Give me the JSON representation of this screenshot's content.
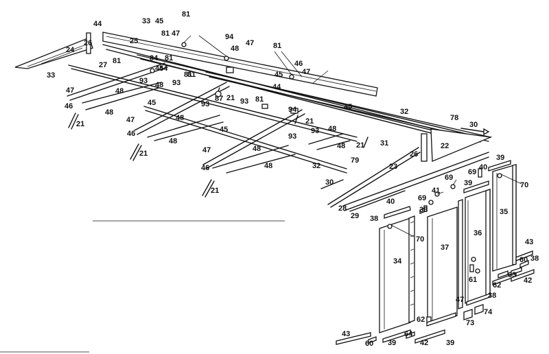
{
  "callouts": [
    {
      "label": "33"
    },
    {
      "label": "45"
    },
    {
      "label": "81"
    },
    {
      "label": "44"
    },
    {
      "label": "26"
    },
    {
      "label": "25"
    },
    {
      "label": "81"
    },
    {
      "label": "47"
    },
    {
      "label": "94"
    },
    {
      "label": "47"
    },
    {
      "label": "48"
    },
    {
      "label": "81"
    },
    {
      "label": "24"
    },
    {
      "label": "84"
    },
    {
      "label": "81"
    },
    {
      "label": "27"
    },
    {
      "label": "33"
    },
    {
      "label": "45"
    },
    {
      "label": "44"
    },
    {
      "label": "81"
    },
    {
      "label": "46"
    },
    {
      "label": "47"
    },
    {
      "label": "81"
    },
    {
      "label": "93"
    },
    {
      "label": "47"
    },
    {
      "label": "48"
    },
    {
      "label": "93"
    },
    {
      "label": "48"
    },
    {
      "label": "81"
    },
    {
      "label": "45"
    },
    {
      "label": "44"
    },
    {
      "label": "46"
    },
    {
      "label": "48"
    },
    {
      "label": "45"
    },
    {
      "label": "87"
    },
    {
      "label": "21"
    },
    {
      "label": "93"
    },
    {
      "label": "93"
    },
    {
      "label": "81"
    },
    {
      "label": "94"
    },
    {
      "label": "21"
    },
    {
      "label": "45"
    },
    {
      "label": "32"
    },
    {
      "label": "21"
    },
    {
      "label": "47"
    },
    {
      "label": "46"
    },
    {
      "label": "48"
    },
    {
      "label": "48"
    },
    {
      "label": "78"
    },
    {
      "label": "30"
    },
    {
      "label": "45"
    },
    {
      "label": "93"
    },
    {
      "label": "48"
    },
    {
      "label": "48"
    },
    {
      "label": "21"
    },
    {
      "label": "31"
    },
    {
      "label": "26"
    },
    {
      "label": "22"
    },
    {
      "label": "21"
    },
    {
      "label": "47"
    },
    {
      "label": "93"
    },
    {
      "label": "48"
    },
    {
      "label": "46"
    },
    {
      "label": "48"
    },
    {
      "label": "32"
    },
    {
      "label": "79"
    },
    {
      "label": "23"
    },
    {
      "label": "21"
    },
    {
      "label": "30"
    },
    {
      "label": "39"
    },
    {
      "label": "40"
    },
    {
      "label": "69"
    },
    {
      "label": "69"
    },
    {
      "label": "39"
    },
    {
      "label": "70"
    },
    {
      "label": "41"
    },
    {
      "label": "28"
    },
    {
      "label": "29"
    },
    {
      "label": "40"
    },
    {
      "label": "69"
    },
    {
      "label": "38"
    },
    {
      "label": "38"
    },
    {
      "label": "35"
    },
    {
      "label": "70"
    },
    {
      "label": "36"
    },
    {
      "label": "37"
    },
    {
      "label": "34"
    },
    {
      "label": "43"
    },
    {
      "label": "60"
    },
    {
      "label": "38"
    },
    {
      "label": "61"
    },
    {
      "label": "63"
    },
    {
      "label": "62"
    },
    {
      "label": "42"
    },
    {
      "label": "47"
    },
    {
      "label": "38"
    },
    {
      "label": "74"
    },
    {
      "label": "62"
    },
    {
      "label": "73"
    },
    {
      "label": "43"
    },
    {
      "label": "64"
    },
    {
      "label": "60"
    },
    {
      "label": "39"
    },
    {
      "label": "42"
    },
    {
      "label": "39"
    }
  ]
}
